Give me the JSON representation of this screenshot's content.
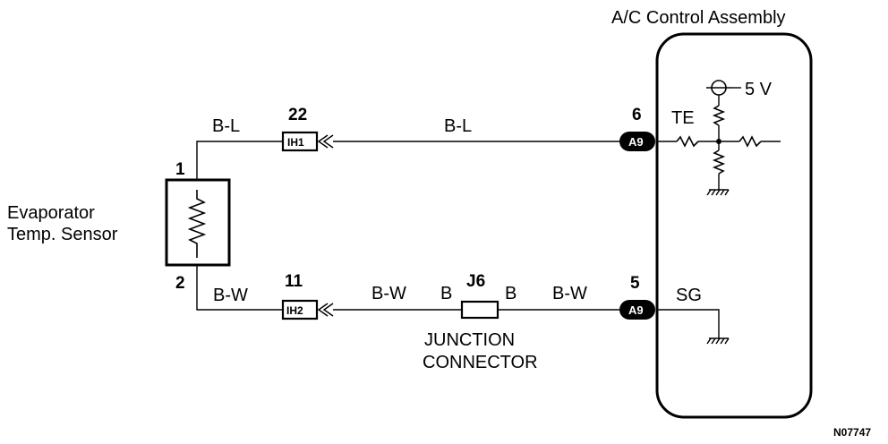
{
  "control": {
    "title": "A/C Control Assembly",
    "voltage": "5 V",
    "te_label": "TE",
    "sg_label": "SG"
  },
  "sensor": {
    "name_line1": "Evaporator",
    "name_line2": "Temp. Sensor",
    "pin_top": "1",
    "pin_bottom": "2"
  },
  "top_circuit": {
    "wire_left": "B-L",
    "connector_pin": "22",
    "connector": "IH1",
    "wire_mid": "B-L",
    "ecu_pin": "6",
    "ecu_connector": "A9"
  },
  "bottom_circuit": {
    "wire_left": "B-W",
    "connector_pin": "11",
    "connector": "IH2",
    "wire_mid": "B-W",
    "junction_left": "B",
    "junction_id": "J6",
    "junction_right": "B",
    "wire_right": "B-W",
    "ecu_pin": "5",
    "ecu_connector": "A9"
  },
  "junction": {
    "line1": "JUNCTION",
    "line2": "CONNECTOR"
  },
  "figure_code": "N07747"
}
